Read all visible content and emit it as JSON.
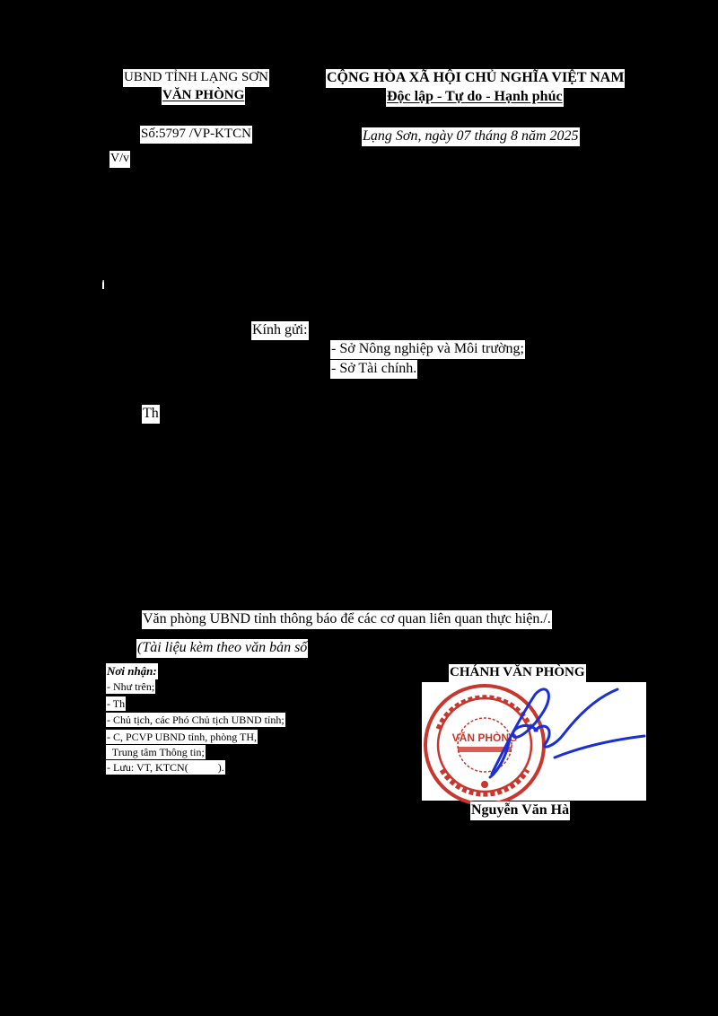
{
  "header": {
    "agency_line1": "UBND TỈNH LẠNG SƠN",
    "agency_line2": "VĂN PHÒNG",
    "nation_line1": "CỘNG HÒA XÃ HỘI CHỦ NGHĨA VIỆT NAM",
    "nation_line2": "Độc lập - Tự do - Hạnh phúc"
  },
  "document": {
    "number": "Số:5797   /VP-KTCN",
    "date": "Lạng Sơn, ngày 07 tháng 8 năm 2025",
    "subject_prefix": "V/v",
    "tick": "'"
  },
  "recipients": {
    "label": "Kính gửi:",
    "items": [
      "- Sở Nông nghiệp và Môi trường;",
      "- Sở Tài chính."
    ]
  },
  "body": {
    "opening": "Th",
    "conclusion": "Văn phòng UBND tỉnh thông báo để các cơ quan liên quan thực hiện./.",
    "attachment": "(Tài liệu kèm theo văn bản số"
  },
  "distribution": {
    "title": "Nơi nhận:",
    "items": [
      "- Như trên;",
      "- Th",
      "- Chủ tịch, các Phó Chủ tịch UBND tỉnh;",
      "- C, PCVP UBND tỉnh, phòng TH,",
      "  Trung tâm Thông tin;",
      "- Lưu: VT, KTCN(           )."
    ]
  },
  "signature": {
    "title": "CHÁNH VĂN PHÒNG",
    "name": "Nguyễn Văn Hà",
    "seal_text": "VĂN PHÒNG",
    "seal_color": "#c8372d",
    "signature_ink": "#1a2fd6"
  }
}
